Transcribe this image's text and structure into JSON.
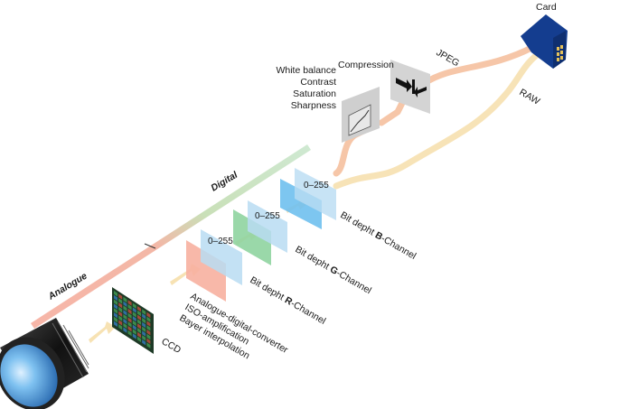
{
  "stages": {
    "analogue": "Analogue",
    "digital": "Digital"
  },
  "sensor": {
    "label": "CCD"
  },
  "adc_labels": [
    "Analogue-digital-converter",
    "ISO-amplification",
    "Bayer interpolation"
  ],
  "channels": [
    {
      "range": "0–255",
      "label_pre": "Bit depht ",
      "label_bold": "R",
      "label_post": "-Channel",
      "color": "#f2a08e"
    },
    {
      "range": "0–255",
      "label_pre": "Bit depht ",
      "label_bold": "G",
      "label_post": "-Channel",
      "color": "#8fd1a0"
    },
    {
      "range": "0–255",
      "label_pre": "Bit depht ",
      "label_bold": "B",
      "label_post": "-Channel",
      "color": "#7cc6ee"
    }
  ],
  "processing_labels": [
    "White balance",
    "Contrast",
    "Saturation",
    "Sharpness"
  ],
  "compression": {
    "label": "Compression"
  },
  "outputs": {
    "jpeg": "JPEG",
    "raw": "RAW",
    "card": "Card"
  },
  "colors": {
    "jpeg_path": "#f6c3a3",
    "raw_path": "#f7e2b3",
    "card_blue": "#123c8c",
    "lens_blue": "#3b8fd6"
  }
}
